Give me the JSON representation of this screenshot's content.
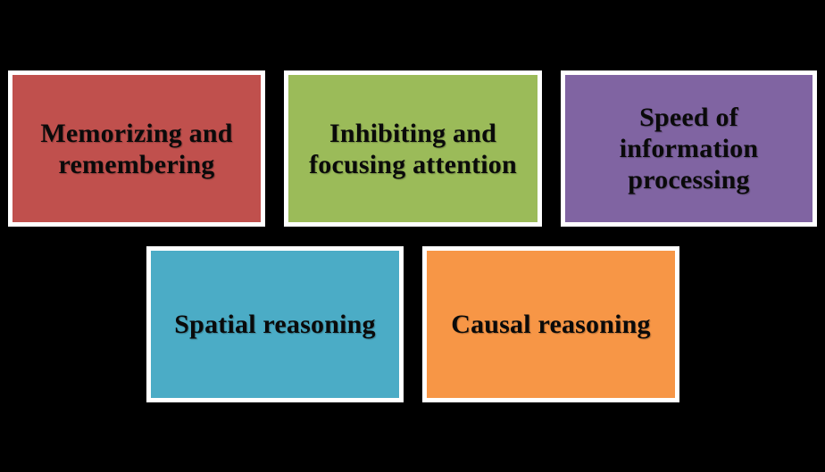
{
  "diagram": {
    "background": "#000000",
    "border_color": "#FFFFFF",
    "boxes": [
      {
        "label": "Memorizing and\nremembering",
        "fill": "#C0504D"
      },
      {
        "label": "Inhibiting and\nfocusing attention",
        "fill": "#9BBB59"
      },
      {
        "label": "Speed of\ninformation\nprocessing",
        "fill": "#8064A2"
      },
      {
        "label": "Spatial reasoning",
        "fill": "#4BACC6"
      },
      {
        "label": "Causal reasoning",
        "fill": "#F79646"
      }
    ]
  }
}
